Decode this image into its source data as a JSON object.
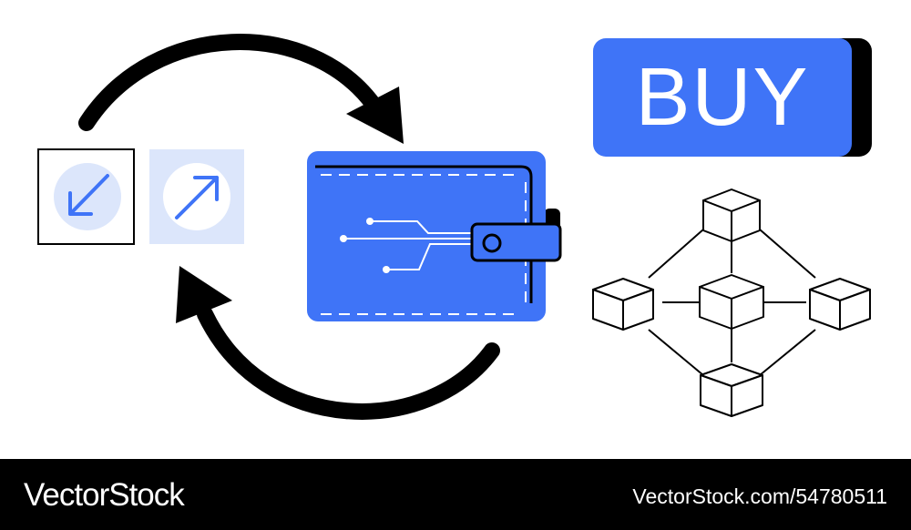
{
  "buy_button": {
    "label": "BUY"
  },
  "footer": {
    "brand": "VectorStock",
    "image_id": "VectorStock.com/54780511"
  },
  "colors": {
    "accent_blue": "#3f74f7",
    "light_blue": "#dce6fb",
    "black": "#000000",
    "white": "#ffffff"
  },
  "icons": [
    "arrow-down-left-icon",
    "arrow-up-right-icon",
    "cycle-arrow-top-icon",
    "cycle-arrow-bottom-icon",
    "crypto-wallet-icon",
    "blockchain-network-icon"
  ]
}
